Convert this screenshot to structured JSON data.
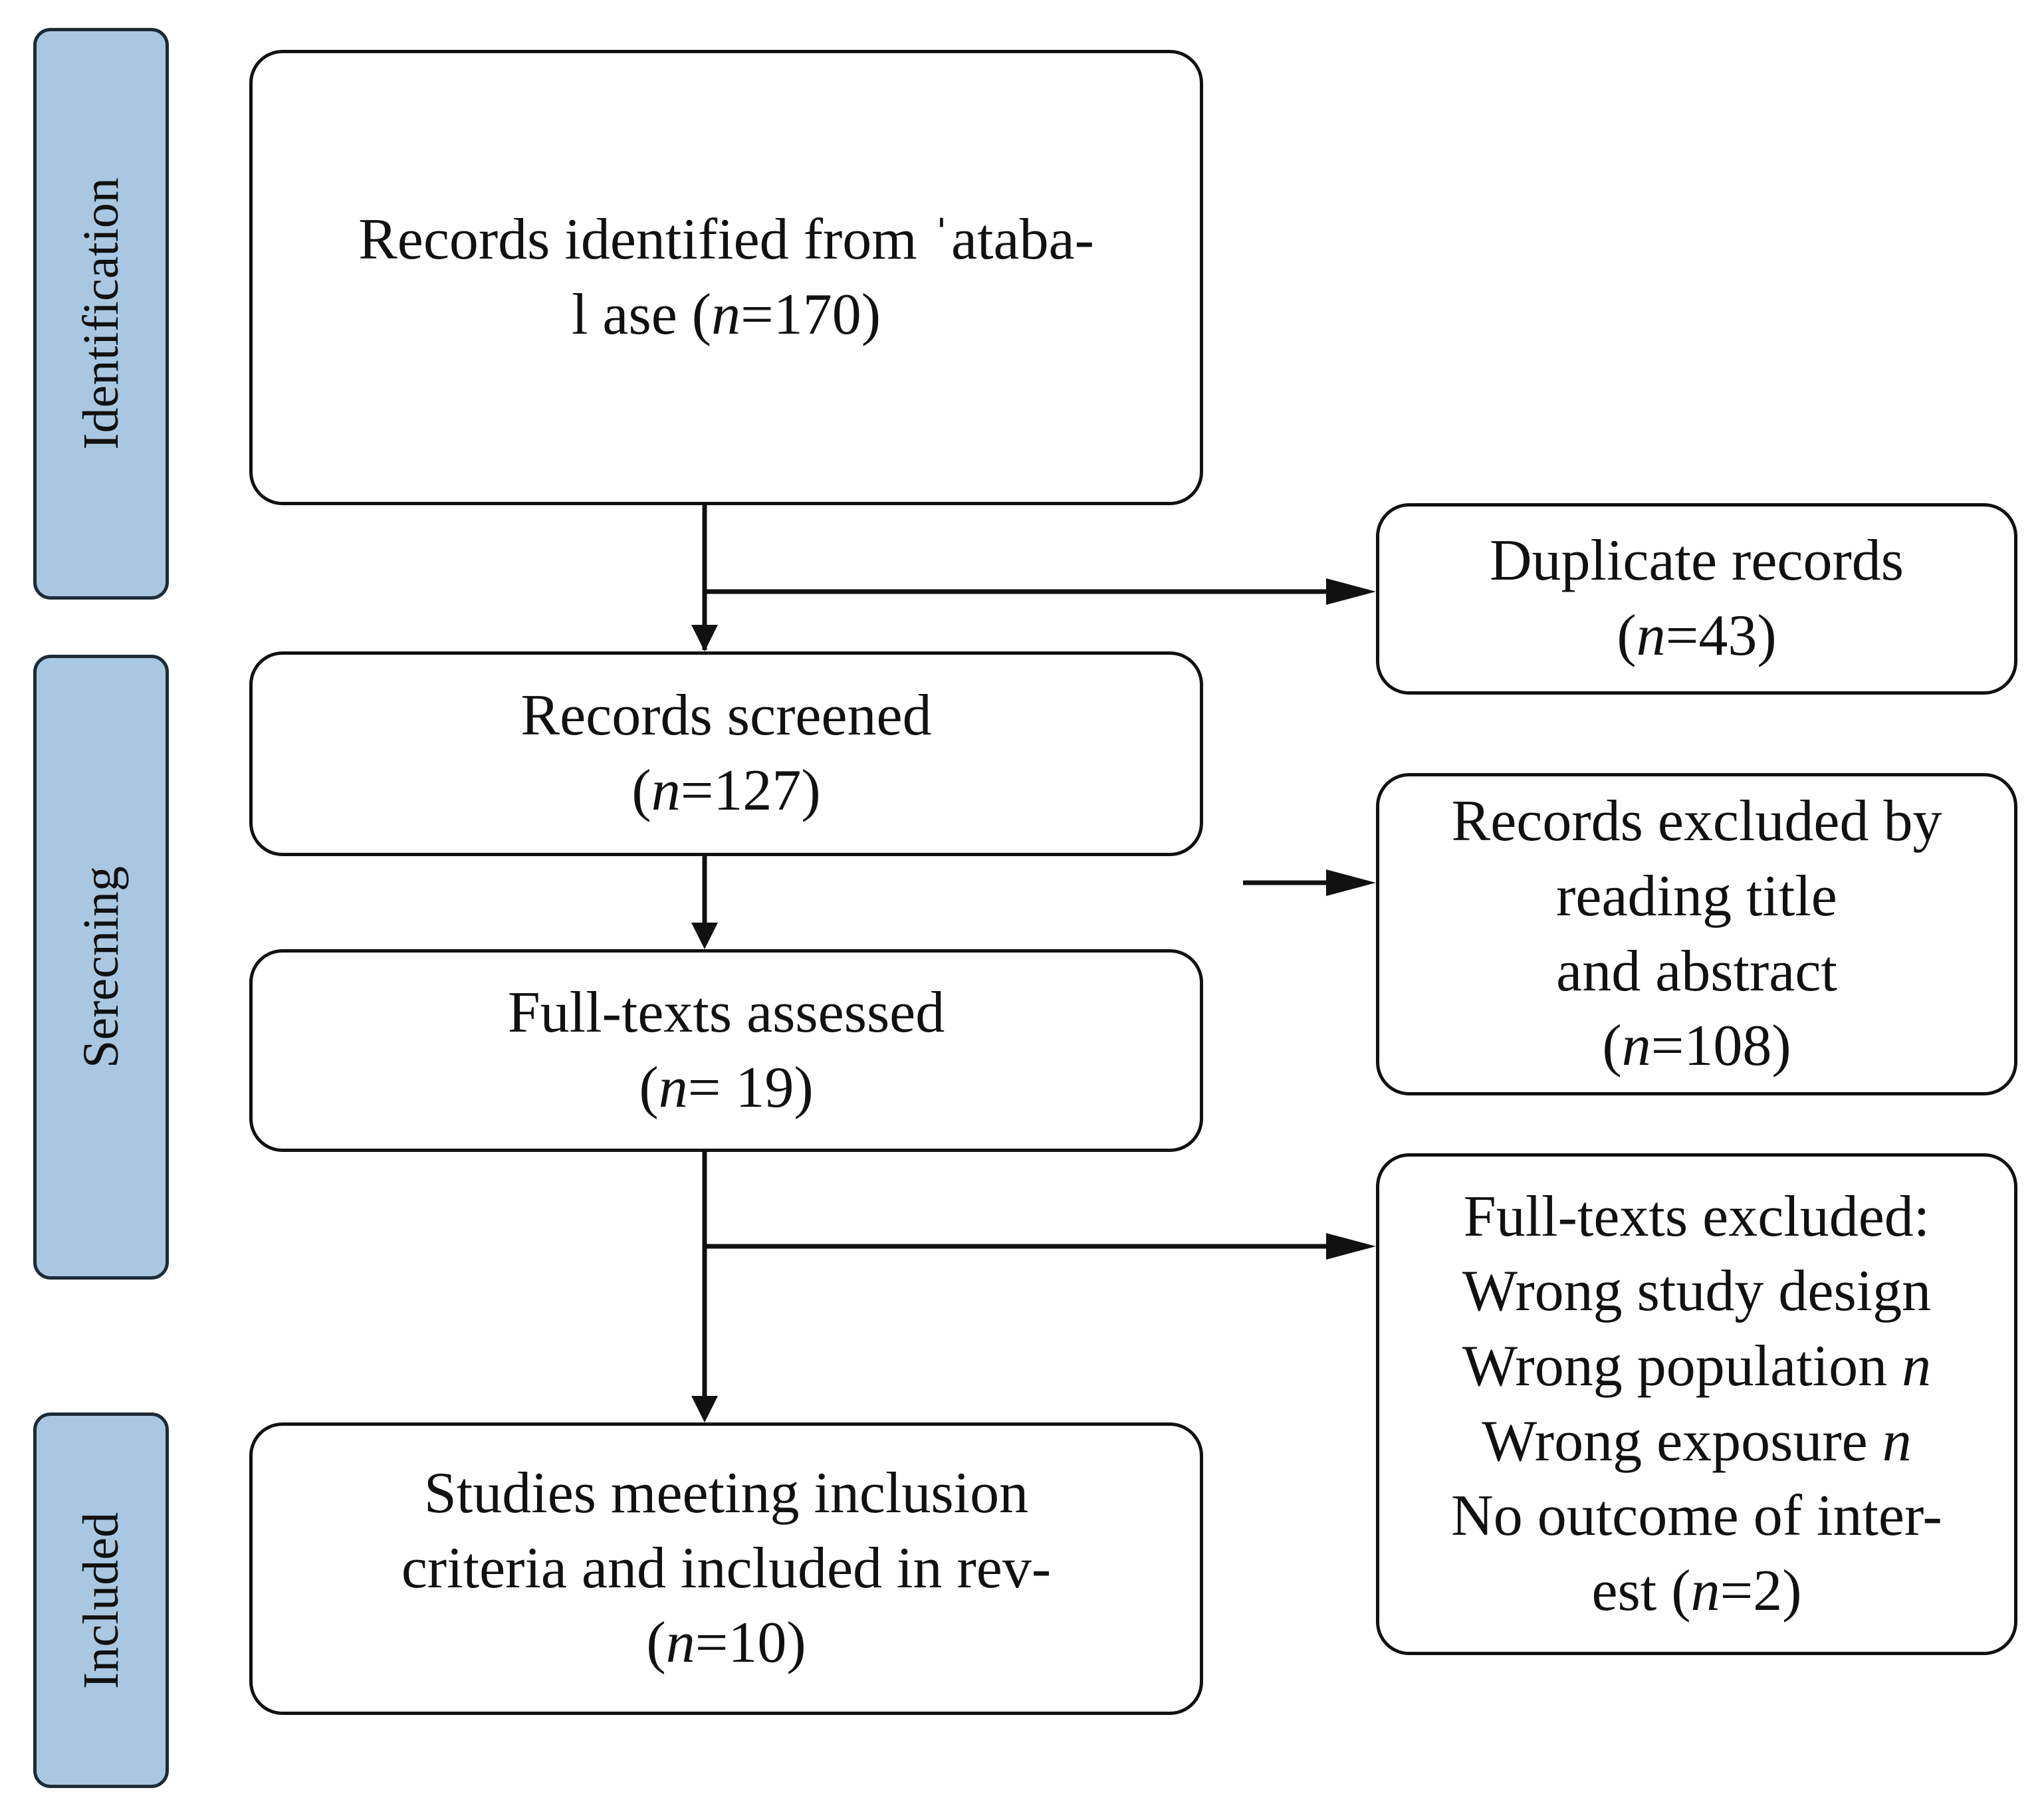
{
  "phases": {
    "identification": "Identification",
    "screening": "Serecning",
    "included": "Included"
  },
  "boxes": {
    "identified": {
      "line1": "Records identified from ˈataba-",
      "line2_pre": "l ase (",
      "n_symbol": "n",
      "line2_post": "=170)"
    },
    "duplicates": {
      "line1": "Duplicate records",
      "line2_pre": "(",
      "n_symbol": "n",
      "line2_post": "=43)"
    },
    "screened": {
      "line1": "Records screened",
      "line2_pre": "(",
      "n_symbol": "n",
      "line2_post": "=127)"
    },
    "excluded_title": {
      "line1": "Records excluded by",
      "line2": "reading title",
      "line3": "and abstract",
      "line4_pre": "(",
      "n_symbol": "n",
      "line4_post": "=108)"
    },
    "fulltexts": {
      "line1": "Full-texts assessed",
      "line2_pre": "(",
      "n_symbol": "n",
      "line2_post": "= 19)"
    },
    "fulltexts_excluded": {
      "line1": "Full-texts excluded:",
      "line2": "Wrong study design",
      "line3": "Wrong population ",
      "line4": "Wrong exposure ",
      "line5": "No outcome of inter-",
      "line6_pre": "est (",
      "n_symbol": "n",
      "line6_post": "=2)"
    },
    "included": {
      "line1": "Studies meeting inclusion",
      "line2": "criteria and included in rev-",
      "line3_pre": "(",
      "n_symbol": "n",
      "line3_post": "=10)"
    }
  }
}
